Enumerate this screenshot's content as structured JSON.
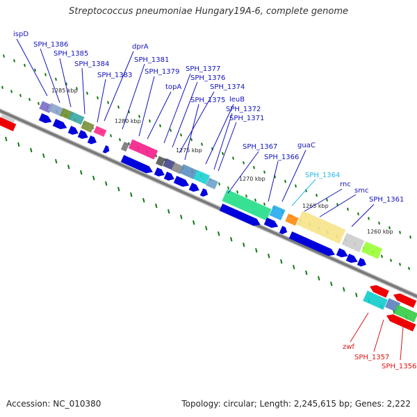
{
  "title": "Streptococcus pneumoniae Hungary19A-6, complete genome",
  "accession_text": "Accession: NC_010380",
  "topology_text": "Topology: circular; Length: 2,245,615 bp; Genes: 2,222",
  "colors": {
    "forward_gene": "#0000dd",
    "reverse_gene": "#ee0000",
    "backbone": "#888888",
    "tick": "#117711",
    "label_blue": "#1111bb",
    "label_cyan": "#22bbee",
    "label_red": "#dd1111"
  },
  "position_labels": [
    "1285 kbp",
    "1280 kbp",
    "1275 kbp",
    "1270 kbp",
    "1265 kbp",
    "1260 kbp"
  ],
  "gene_labels": [
    {
      "id": "ispD",
      "text": "ispD",
      "color": "label_blue"
    },
    {
      "id": "sph1386",
      "text": "SPH_1386",
      "color": "label_blue"
    },
    {
      "id": "sph1385",
      "text": "SPH_1385",
      "color": "label_blue"
    },
    {
      "id": "sph1384",
      "text": "SPH_1384",
      "color": "label_blue"
    },
    {
      "id": "sph1383",
      "text": "SPH_1383",
      "color": "label_blue"
    },
    {
      "id": "dprA",
      "text": "dprA",
      "color": "label_blue"
    },
    {
      "id": "sph1381",
      "text": "SPH_1381",
      "color": "label_blue"
    },
    {
      "id": "sph1379",
      "text": "SPH_1379",
      "color": "label_blue"
    },
    {
      "id": "topA",
      "text": "topA",
      "color": "label_blue"
    },
    {
      "id": "sph1377",
      "text": "SPH_1377",
      "color": "label_blue"
    },
    {
      "id": "sph1376",
      "text": "SPH_1376",
      "color": "label_blue"
    },
    {
      "id": "sph1374",
      "text": "SPH_1374",
      "color": "label_blue"
    },
    {
      "id": "sph1375",
      "text": "SPH_1375",
      "color": "label_blue"
    },
    {
      "id": "leuB",
      "text": "leuB",
      "color": "label_blue"
    },
    {
      "id": "sph1372",
      "text": "SPH_1372",
      "color": "label_blue"
    },
    {
      "id": "sph1371",
      "text": "SPH_1371",
      "color": "label_blue"
    },
    {
      "id": "sph1367",
      "text": "SPH_1367",
      "color": "label_blue"
    },
    {
      "id": "sph1366",
      "text": "SPH_1366",
      "color": "label_blue"
    },
    {
      "id": "guaC",
      "text": "guaC",
      "color": "label_blue"
    },
    {
      "id": "sph1364",
      "text": "SPH_1364",
      "color": "label_cyan"
    },
    {
      "id": "rnc",
      "text": "rnc",
      "color": "label_blue"
    },
    {
      "id": "smc",
      "text": "smc",
      "color": "label_blue"
    },
    {
      "id": "sph1361",
      "text": "SPH_1361",
      "color": "label_blue"
    },
    {
      "id": "zwf",
      "text": "zwf",
      "color": "label_red"
    },
    {
      "id": "sph1357",
      "text": "SPH_1357",
      "color": "label_red"
    },
    {
      "id": "sph1356",
      "text": "SPH_1356",
      "color": "label_red"
    }
  ]
}
